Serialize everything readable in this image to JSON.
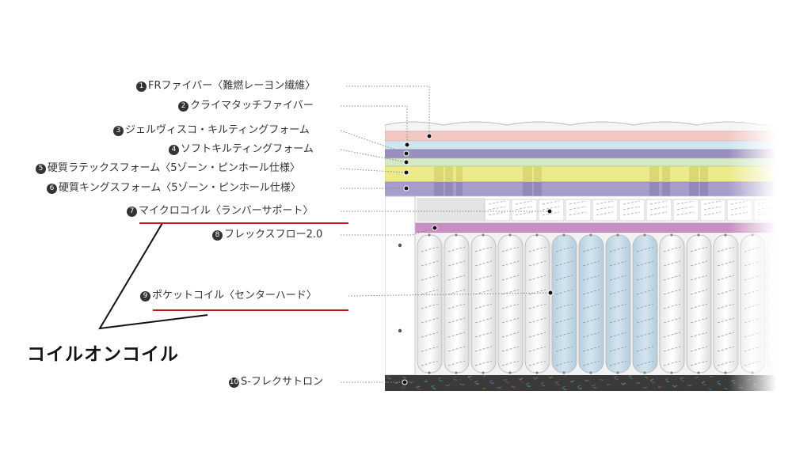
{
  "labels": [
    {
      "num": "1",
      "text": "FRファイバー〈難燃レーヨン繊維〉"
    },
    {
      "num": "2",
      "text": "クライマタッチファイバー"
    },
    {
      "num": "3",
      "text": "ジェルヴィスコ・キルティングフォーム"
    },
    {
      "num": "4",
      "text": "ソフトキルティングフォーム"
    },
    {
      "num": "5",
      "text": "硬質ラテックスフォーム〈5ゾーン・ピンホール仕様〉"
    },
    {
      "num": "6",
      "text": "硬質キングスフォーム〈5ゾーン・ピンホール仕様〉"
    },
    {
      "num": "7",
      "text": "マイクロコイル〈ランバーサポート〉"
    },
    {
      "num": "8",
      "text": "フレックスフロー2.0"
    },
    {
      "num": "9",
      "text": "ポケットコイル〈センターハード〉"
    },
    {
      "num": "10",
      "text": "S-フレクサトロン"
    }
  ],
  "callout": "コイルオンコイル",
  "colors": {
    "label_text": "#333333",
    "underline_red": "#d0121b",
    "fr_fiber": "#f5c7c3",
    "climatouch": "#cfe6f1",
    "gel_visco": "#9b8fbd",
    "soft_quilting": "#d3e9c8",
    "latex": "#ecea8a",
    "kings_foam": "#a79dca",
    "flexflow": "#c98fc2",
    "pocket_coil_center": "#c9dde9",
    "base": "#3a3a3a"
  }
}
